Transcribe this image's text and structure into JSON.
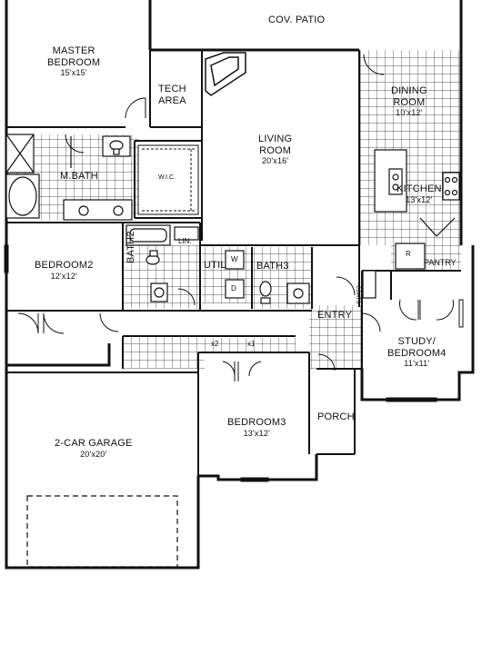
{
  "rooms": {
    "cov_patio": {
      "name": "COV. PATIO"
    },
    "master_bedroom": {
      "name1": "MASTER",
      "name2": "BEDROOM",
      "dim": "15'x15'"
    },
    "tech_area": {
      "name1": "TECH",
      "name2": "AREA"
    },
    "living_room": {
      "name1": "LIVING",
      "name2": "ROOM",
      "dim": "20'x16'"
    },
    "dining_room": {
      "name1": "DINING",
      "name2": "ROOM",
      "dim": "10'x12'"
    },
    "kitchen": {
      "name": "KITCHEN",
      "dim": "13'x12'"
    },
    "m_bath": {
      "name": "M.BATH"
    },
    "wic": {
      "name": "W.I.C."
    },
    "bedroom2": {
      "name": "BEDROOM2",
      "dim": "12'x12'"
    },
    "bath2": {
      "name": "BATH2"
    },
    "lin": {
      "name": "LIN."
    },
    "util": {
      "name": "UTIL"
    },
    "bath3": {
      "name": "BATH3"
    },
    "pantry": {
      "name": "PANTRY"
    },
    "entry": {
      "name": "ENTRY"
    },
    "study": {
      "name1": "STUDY/",
      "name2": "BEDROOM4",
      "dim": "11'x11'"
    },
    "bedroom3": {
      "name": "BEDROOM3",
      "dim": "13'x12'"
    },
    "porch": {
      "name": "PORCH"
    },
    "garage": {
      "name": "2-CAR GARAGE",
      "dim": "20'x20'"
    }
  },
  "fixtures": {
    "washer": "W",
    "dryer": "D",
    "refrigerator": "R",
    "closet_x2": "x2",
    "closet_x1": "x1",
    "coats": "COATS"
  }
}
